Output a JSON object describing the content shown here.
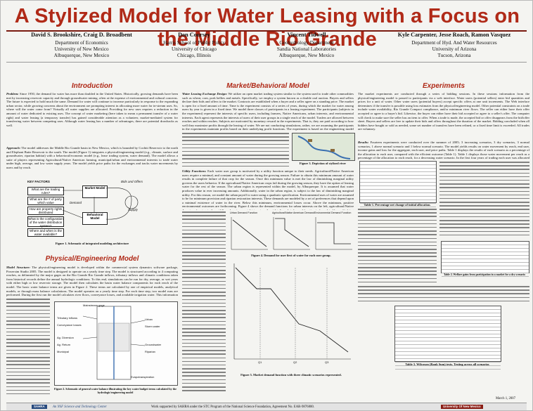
{
  "title": "A Stylized Model for Water Leasing with a Focus on the Middle Rio Grande",
  "authors": [
    {
      "name": "David S. Brookshire, Craig D. Broadbent",
      "affiliation": [
        "Department of Economics",
        "University of New Mexico",
        "Albuquerque, New Mexico"
      ]
    },
    {
      "name": "Don Coursey",
      "affiliation": [
        "Harris School of Public Policy",
        "University of Chicago",
        "Chicago, Illinois"
      ]
    },
    {
      "name": "Vincent Tidwell",
      "affiliation": [
        "Geohydrology Department",
        "Sandia National Laboratories",
        "Albuquerque, New Mexico"
      ]
    },
    {
      "name": "Kyle Carpenter, Jesse Roach, Ramon Vasquez",
      "affiliation": [
        "Department of Hyd. And Water Resources",
        "University of Arizona",
        "Tucson, Arizona"
      ]
    }
  ],
  "sections": {
    "introduction": {
      "heading": "Introduction",
      "p1_label": "Problem:",
      "p1": "Since 1950, the demand for water has more than doubled in the United States. Historically, growing demands have been met by increasing reservoir capacity and through groundwater mining, often at the expense of environmental and cultural concerns. The future is expected to hold much the same. Demand for water will continue to increase particularly in response to the expanding urban sector, while growing concerns about the environment are prompting interest in allocating more water for in-stream uses. So, where will the water come from? Virtually all water supplies are allocated. Providing for new uses requires a reduction in the amount of water dedicated to existing uses. The concept of water marketing (here taken to mean a permanent transfer of a water right) and water leasing (a temporary transfer) has gained considerable attention as a volunteer, market-mediated system for transferring water between competing uses. Although water leasing has a number of advantages, there are potential drawbacks as well.",
      "p2_label": "Approach:",
      "p2": "The model addresses the Middle Rio Grande basin in New Mexico, which is bounded by Cochiti Reservoir to the north and Elephant Butte Reservoir to the south. The model (Figure 1) integrates a physical/engineering model (e.g., climate, surface and groundwater, riparian habitat) with a behavioral/economic model (e.g., lease trading system, water demand). The model allows a suite of players representing Agricultural/Native American farming, municipal/urban and environmental interests to trade water under high, average, and low water supply years. The model yields price paths for the exchanges and tracks water movements by users and by reach.",
      "fig1_caption": "Figure 1. Schematic of integrated modeling architecture",
      "key_factors_label": "KEY FACTORS",
      "questions": [
        "What are the trading rules?",
        "What are the # of party which value",
        "How are property rights distributed",
        "What is the configuration of the water distribution system?",
        "Where and when is the water available?"
      ],
      "market_model_label": "Market Model",
      "behavioral_model_label": "Behavioral Model",
      "bids_label": "Bids and Offers",
      "demand_label": "Demand",
      "supply_label": "Supply"
    },
    "physical": {
      "heading": "Physical/Engineering Model",
      "p1_label": "Model Structure:",
      "p1": "The physical/engineering model is developed within the commercial system dynamics software package, Powersim Studio 2005. The model is designed to operate on a yearly time step. The model is structured according to 4 computing reaches, as delineated by the major gages on the Rio Grande Rio Grande inflows, tributary inflows and climatic conditions taken from historical records define the annual hydrologic conditions. To this end, simulations can be run for dry, average, or wet years with either high or low reservoir storage. The model then calculates the basin water balance components for each reach of the model. The basic water balance terms are given in Figure 2. These terms are calculated by one of empirical models, analytical models, or through mass balance calculations. The model operates on a yearly time step. For each time step, two model runs are performed. During the first run the model calculates river flows, conveyance losses, and available irrigation water. This information is supplied to the leasing/behavioral model. When a trading period ends, the water balance is re-calculated with the physical/engineering model. The second run of the model the impacts of the trades on the hydrologic system are determined.",
      "fig2_caption": "Figure 2. Schematic of general water balance illustrating the key water budget terms calculated by the hydrologic/engineering model",
      "fig2_labels": [
        "Mainstream gage",
        "Tributary inflows",
        "Conveyance losses",
        "Ag. Diversion",
        "Ag. Return",
        "Municipal",
        "Urban",
        "Storm water",
        "Groundwater",
        "Riparian",
        "Evapotranspiration"
      ]
    },
    "market": {
      "heading": "Market/Behavioral Model",
      "p1_label": "Water Leasing Exchange Design:",
      "p1": "We utilize an open market trading system similar to the system used to trade other commodities such as wheat, corn, pork bellies and metals. Specifically, we employ a system known as a double oral auction. Buyers and sellers declare their bids and offers to the market. Contracts are established when a buyer and a seller agree on a standing price. The market is open for a fixed amount of time. Time is the experiment consists of a series of years, during which the market for water among users by year is given in a fixed time. We model three classes of participants in a leasing experiment. The participants (subjects in the experiment) represent the interests of specific users, including farmers, Native Americans, urban interests, and environmental interests. Each agent represents the interests of users of their user groups in a single reach of the model. Traders are allowed between reaches and within reaches. Subjects are motivated by monetary reward in the experiments. That is, they are paid according to how well they maximize profits through the leasing of water. We are not conducting simulations, rather, we are assuming the participants in the experiments maintain profits based on their underlying profit functions. The experiment is based on the engineering model with a stylized river. The river flows from reach 1 to reach 4 (Figure 3).",
      "fig3_caption": "Figure 3. Depiction of stylized river",
      "p2_label": "Utility Functions:",
      "p2": "Each water user group is motivated by a utility function unique to their needs. Agricultural/Native American users require a minimal, and constant amount of water during the growing season. Failure to obtain this minimum amount of water results in complete failure of that crop for the season. Once this minimum value is met the law of diminishing marginal utility governs the users behavior. If the agricultural/Native American crops fail during the growing season, they have the option of leasing water for the rest of the season. The urban region is represented within the model, by Albuquerque. It is assumed that water produces value in ever increasing amounts. Additionally, water in the urban region, is subject to the law of diminishing marginal utility. For this reason, we model the urban payoff to water using a quadratic specification. Environmental uses of water are assumed to be for minimum provision and riparian restoration interests. These demands are modeled by a set of preferences that depend upon a minimal existence of water in the river. Below this minimum, environmental losses occur. Above the minimum, positive environmental outcomes are forthcoming. Figure 4 shows the demand functions for urban interests on the left, agricultural/Native American farming in the middle and environmental interest on the right. A market demand function is formulated by multiplying each of the individual demand functions by each of their respective number of users. The experiments efficiency price is then found by taking the amount of water available to the users from the hydrological model and finding its intersection with the market demand function. Figure 5 shows the market demand function with three different climatic scenarios represented. Q1 represents a dry climatic scenario, Q2 represents a normal climatic scenario with Q3 representing a dry climatic scenario.",
      "fig4_caption": "Figure 4. Demand for user first of water for each user group.",
      "fig4_titles": [
        "Urban Demand Function",
        "Agricultural/Native American Demand",
        "Environmental Demand Function"
      ],
      "fig5_caption": "Figure 5. Market demand function with three climatic scenarios represented.",
      "fig5_labels": [
        "Q1",
        "Q2",
        "Q3"
      ]
    },
    "experiments": {
      "heading": "Experiments",
      "p1": "The market experiments are conducted through a series of bidding sessions. In these sessions information from the physical/engineering model is passed to participants via a web interface. Water users (potential sellers) enter bid quantities and prices for a unit of water. Other water users (potential buyers) accept specific offers at one unit increments. The Web interface determines if the transfer is possible using loss estimates from the physical/engineering model. Other potential constraints on a trade include water availability, Rio Grande Compact compliance, and/or minimum river flows. The seller can either have their offer accepted or agree to a buyer's bid. Likewise, the buyer can either have their bid accepted or agree to a seller's offer. The computer will check to make sure the seller has an item to offer. When a trade is made, the accepted bid or offer disappears from the bid/offer sheet. Buyers and sellers are free to update their bids and offers throughout the duration of the market. Bidding concluded when all bidders have bought or sold as needed, some set number of transfers have been refined, or a fixed time limit is exceeded. All trades are voluntary.",
      "p2_label": "Results:",
      "p2": "Fourteen experiments were conducted over the summer of 2005; 3 increasing scenarios, 3 dry scenarios, 3 normal scenarios, 1 above normal scenario and 1 below normal scenario. The model yields results on water movement by reach, end user, income gains and loss for the aggregate, each user, and price paths. Table 1 displays the results of each scenario as a percentage of the allocation to each user, compared with the efficient outcome (Table 1). Table 1 displays those water movement per reach as a percentage of the allocation to each reach, for a decreasing water scenario. In the first four years of trading each user was allocated enough water at the start of the trading year to achieve positive payoffs. In year 5 the allocation to users was less than the necessary amount to achieve a positive payoff. At this point the lower reaches became purchasers of water (predominately environmental users) to avoid negative net payoffs. Table 2 displays the income gains for a dry climatic scenario. In this climatic scenario if short term leasing of water is not allowed the gains to the aggregate users would be the column \"without a market.\" From voluntary participation in a market place by the users positive monetary gains were realized in each of the trading rounds. These gains range from 73% in year one to 39% in year 5. The last row shows the total income over the ten year period with a 53% gain in income being realized through the implementation of a marketplace. Table 3 displays the Wilcoxon (Rank Sum) calculated values in testing if the observed prices across experimental treatments are equal. The expectation is that there will not be a difference between the treatments in a scenario (Dec. 1 = Dec. 2), but across scenarios there will be an observable difference (Dec. 1 does not equal Normal 4). If a value is significant then the prices are different between the two treatments. These Wilcoxon (Rank Sum) values are reported for all ten rounds at a time and are not round specific. Student T-tests were used to test the price for each round of the experiment further confirming these results.",
      "table1_caption": "Table 1. Percentage net change of initial allocation.",
      "table2_caption": "Table 2. Welfare gains from participation in a market for a dry scenario",
      "table3_caption": "Table 3. Wilcoxon (Rank Sum) tests. Testing across all scenarios"
    }
  },
  "footer": {
    "sahra_logo": "SAHRA",
    "sahra_text": "An NSF Science and Technology Center",
    "funding": "Work supported by SAHRA under the STC Program of the National Science Foundation, Agreement No. EAR-9876800.",
    "unm_logo": "University Of New Mexico",
    "date": "March 1, 2007"
  },
  "colors": {
    "title": "#b02a18",
    "heading": "#b02a18",
    "rule": "#7a1a10",
    "logo": "#274a7e"
  }
}
